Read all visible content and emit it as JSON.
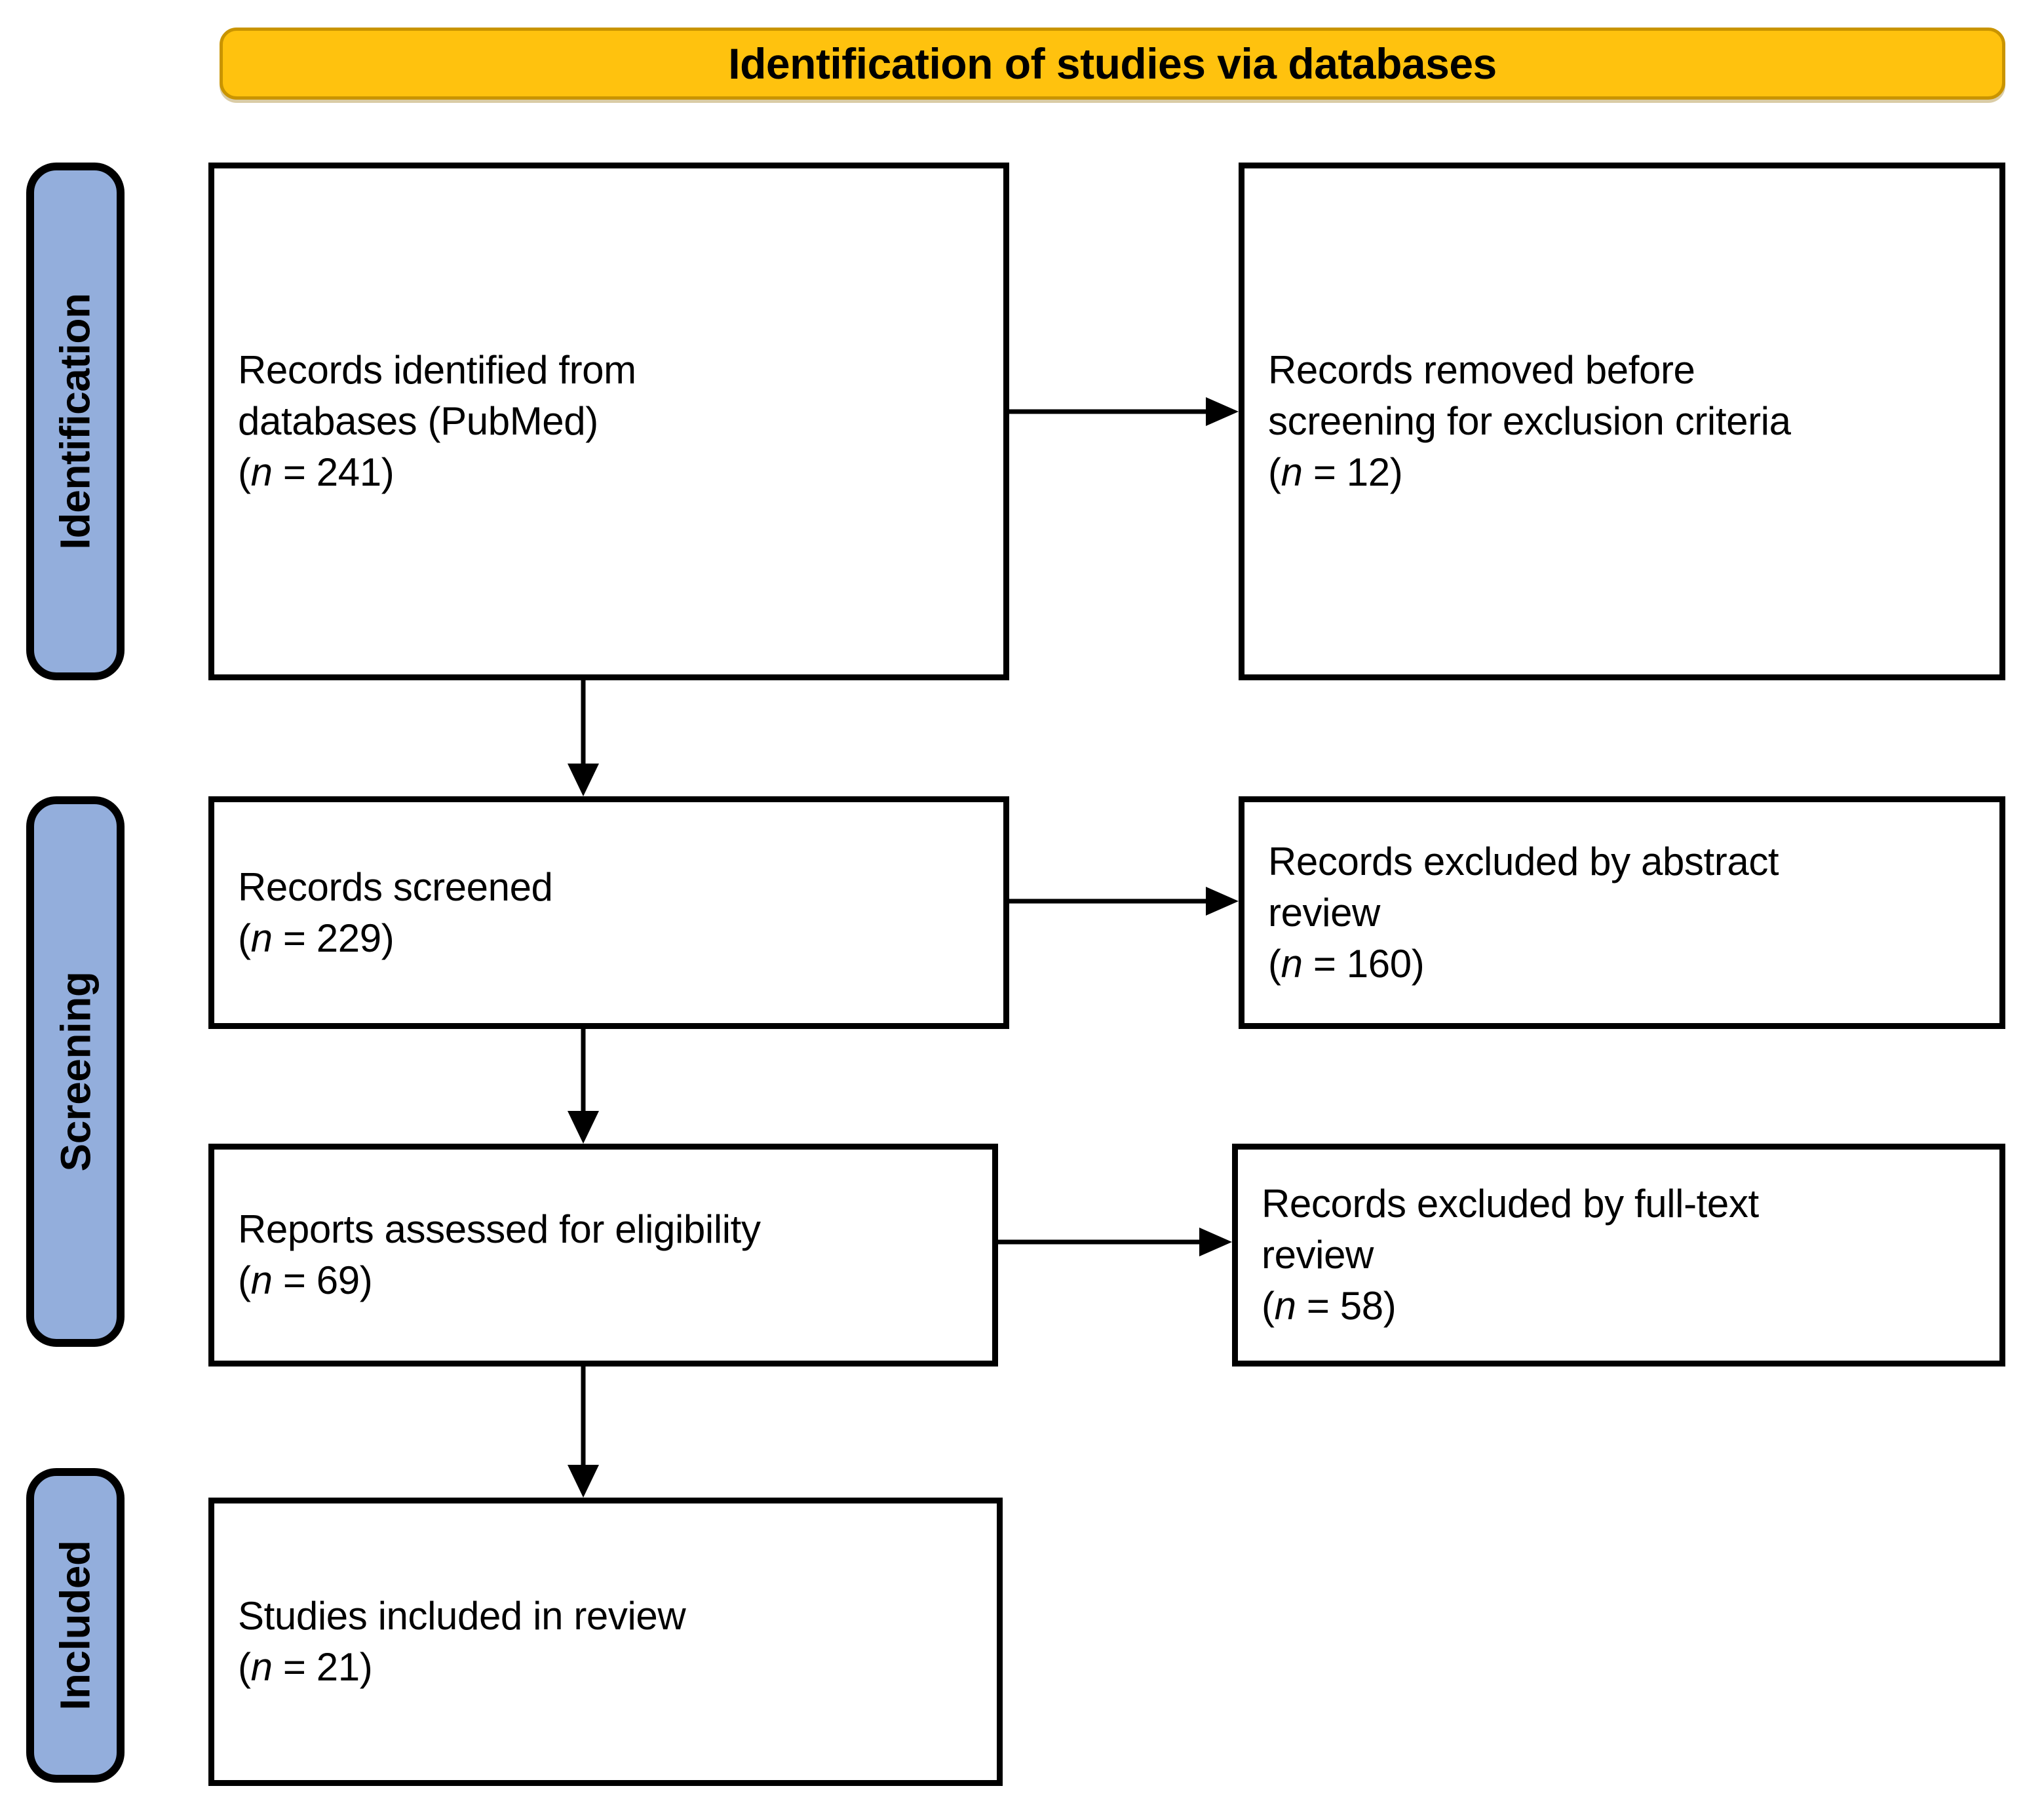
{
  "header": {
    "title": "Identification of studies via databases",
    "bg_color": "#FFC20E",
    "border_color": "#C99400"
  },
  "stages": [
    {
      "label": "Identification"
    },
    {
      "label": "Screening"
    },
    {
      "label": "Included"
    }
  ],
  "stage_style": {
    "bg_color": "#93AEDC",
    "border_color": "#000000"
  },
  "boxes": {
    "identified": {
      "line1": "Records identified from",
      "line2": "databases (PubMed)",
      "n_prefix": "(",
      "n_symbol": "n",
      "n_equals": " = ",
      "n_value": "241",
      "n_suffix": ")"
    },
    "removed": {
      "line1": "Records removed before",
      "line2": "screening for exclusion criteria",
      "n_prefix": "(",
      "n_symbol": "n",
      "n_equals": " = ",
      "n_value": "12",
      "n_suffix": ")"
    },
    "screened": {
      "line1": "Records screened",
      "line2": "",
      "n_prefix": "(",
      "n_symbol": "n",
      "n_equals": " = ",
      "n_value": "229",
      "n_suffix": ")"
    },
    "excluded_abstract": {
      "line1": "Records excluded by abstract",
      "line2": "review",
      "n_prefix": "(",
      "n_symbol": "n",
      "n_equals": " = ",
      "n_value": "160",
      "n_suffix": ")"
    },
    "eligibility": {
      "line1": "Reports assessed for eligibility",
      "line2": "",
      "n_prefix": "(",
      "n_symbol": "n",
      "n_equals": " = ",
      "n_value": "69",
      "n_suffix": ")"
    },
    "excluded_fulltext": {
      "line1": "Records excluded by full-text",
      "line2": "review",
      "n_prefix": "(",
      "n_symbol": "n",
      "n_equals": " = ",
      "n_value": "58",
      "n_suffix": ")"
    },
    "included": {
      "line1": "Studies included in review",
      "line2": "",
      "n_prefix": "(",
      "n_symbol": "n",
      "n_equals": " = ",
      "n_value": "21",
      "n_suffix": ")"
    }
  },
  "chart_data": {
    "type": "diagram",
    "title": "Identification of studies via databases",
    "diagram_kind": "PRISMA flow diagram",
    "nodes": [
      {
        "id": "identified",
        "stage": "Identification",
        "label": "Records identified from databases (PubMed)",
        "n": 241
      },
      {
        "id": "removed",
        "stage": "Identification",
        "label": "Records removed before screening for exclusion criteria",
        "n": 12
      },
      {
        "id": "screened",
        "stage": "Screening",
        "label": "Records screened",
        "n": 229
      },
      {
        "id": "excluded_abstract",
        "stage": "Screening",
        "label": "Records excluded by abstract review",
        "n": 160
      },
      {
        "id": "eligibility",
        "stage": "Screening",
        "label": "Reports assessed for eligibility",
        "n": 69
      },
      {
        "id": "excluded_fulltext",
        "stage": "Screening",
        "label": "Records excluded by full-text review",
        "n": 58
      },
      {
        "id": "included",
        "stage": "Included",
        "label": "Studies included in review",
        "n": 21
      }
    ],
    "edges": [
      {
        "from": "identified",
        "to": "removed",
        "direction": "right"
      },
      {
        "from": "identified",
        "to": "screened",
        "direction": "down"
      },
      {
        "from": "screened",
        "to": "excluded_abstract",
        "direction": "right"
      },
      {
        "from": "screened",
        "to": "eligibility",
        "direction": "down"
      },
      {
        "from": "eligibility",
        "to": "excluded_fulltext",
        "direction": "right"
      },
      {
        "from": "eligibility",
        "to": "included",
        "direction": "down"
      }
    ]
  }
}
